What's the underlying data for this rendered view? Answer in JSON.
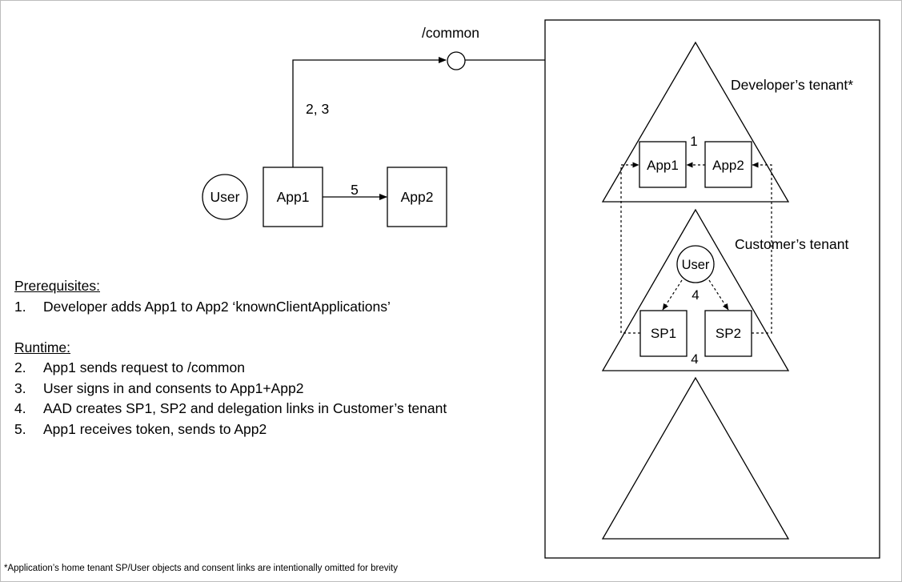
{
  "endpoint": {
    "label": "/common"
  },
  "left_flow": {
    "user_label": "User",
    "app1_label": "App1",
    "app2_label": "App2",
    "step_app1_to_common": "2, 3",
    "step_app1_to_app2": "5"
  },
  "developer_tenant": {
    "title": "Developer’s tenant*",
    "app1_label": "App1",
    "app2_label": "App2",
    "step_known_client": "1"
  },
  "customer_tenant": {
    "title": "Customer’s tenant",
    "user_label": "User",
    "sp1_label": "SP1",
    "sp2_label": "SP2",
    "step_create_sp": "4",
    "step_delegation": "4"
  },
  "notes": {
    "prerequisites_heading": "Prerequisites:",
    "prerequisites": [
      {
        "num": "1.",
        "text": "Developer adds App1 to App2 ‘knownClientApplications’"
      }
    ],
    "runtime_heading": "Runtime:",
    "runtime": [
      {
        "num": "2.",
        "text": "App1 sends request to /common"
      },
      {
        "num": "3.",
        "text": "User signs in and consents to App1+App2"
      },
      {
        "num": "4.",
        "text": "AAD creates SP1, SP2 and delegation links in Customer’s tenant"
      },
      {
        "num": "5.",
        "text": "App1 receives token, sends to App2"
      }
    ]
  },
  "footnote": "*Application’s home tenant SP/User objects and consent links are intentionally omitted for brevity"
}
